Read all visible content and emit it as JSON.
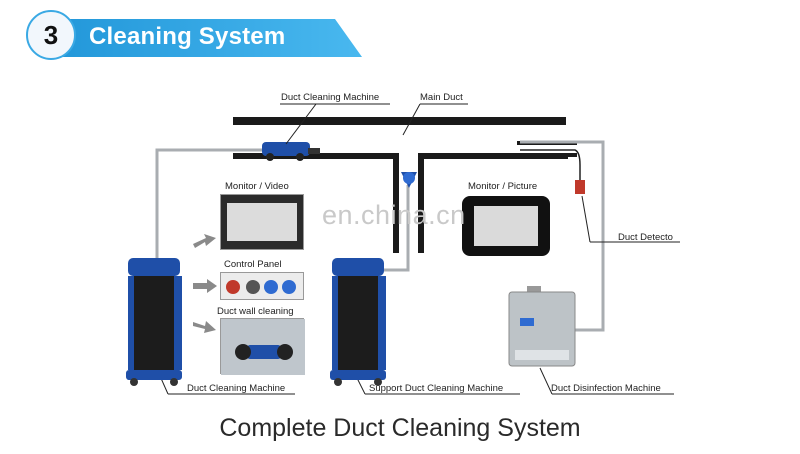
{
  "header": {
    "step_number": "3",
    "title": "Cleaning System"
  },
  "labels": {
    "duct_cleaning_machine_top": "Duct Cleaning Machine",
    "main_duct": "Main Duct",
    "monitor_video": "Monitor / Video",
    "monitor_picture": "Monitor / Picture",
    "control_panel": "Control Panel",
    "ductwall_cleaning": "Duct wall cleaning",
    "duct_detector": "Duct Detecto",
    "duct_cleaning_machine_bottom": "Duct Cleaning Machine",
    "support_duct_cleaning_machine": "Support Duct Cleaning Machine",
    "duct_disinfection_machine": "Duct Disinfection Machine"
  },
  "watermark": "en.china.cn",
  "caption": "Complete Duct Cleaning System",
  "colors": {
    "banner_blue": "#2398da",
    "machine_blue": "#1f4fa8",
    "machine_black": "#1c1c1c",
    "cable_gray": "#a9adb1"
  }
}
